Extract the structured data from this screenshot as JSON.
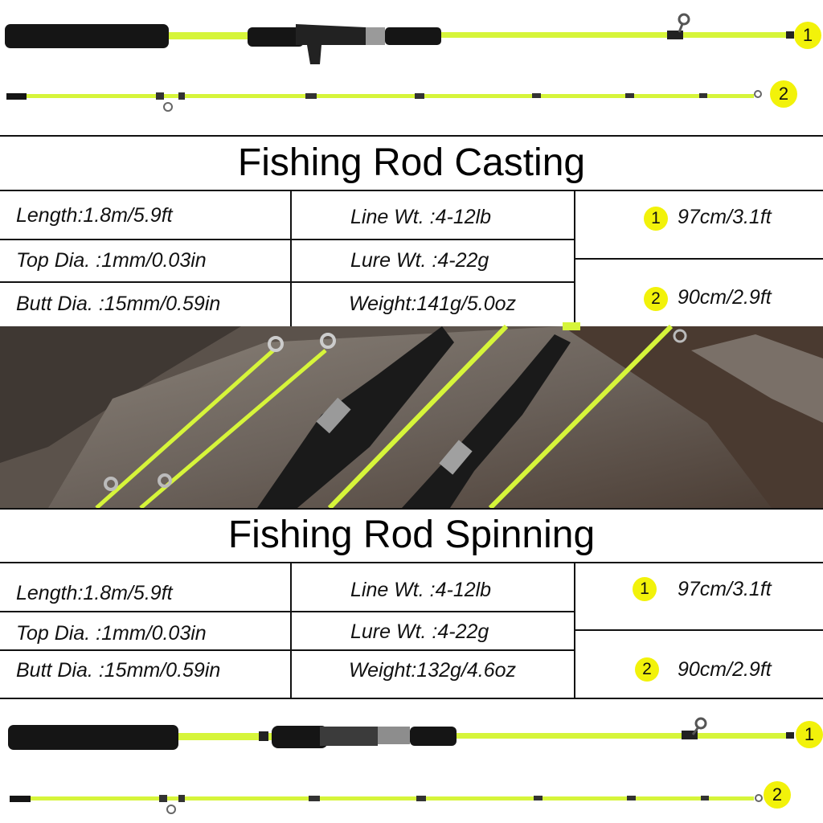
{
  "colors": {
    "rod": "#d6f53a",
    "grip": "#151515",
    "badge": "#f2f20a",
    "rock": "#6b625b"
  },
  "casting": {
    "title": "Fishing Rod Casting",
    "specs": {
      "length": "Length:1.8m/5.9ft",
      "top_dia": "Top Dia. :1mm/0.03in",
      "butt_dia": "Butt Dia. :15mm/0.59in",
      "line_wt": "Line Wt. :4-12lb",
      "lure_wt": "Lure Wt. :4-22g",
      "weight": "Weight:141g/5.0oz"
    },
    "sections": [
      {
        "num": "1",
        "length": "97cm/3.1ft"
      },
      {
        "num": "2",
        "length": "90cm/2.9ft"
      }
    ]
  },
  "spinning": {
    "title": "Fishing Rod Spinning",
    "specs": {
      "length": "Length:1.8m/5.9ft",
      "top_dia": "Top Dia. :1mm/0.03in",
      "butt_dia": "Butt Dia. :15mm/0.59in",
      "line_wt": "Line Wt. :4-12lb",
      "lure_wt": "Lure Wt. :4-22g",
      "weight": "Weight:132g/4.6oz"
    },
    "sections": [
      {
        "num": "1",
        "length": "97cm/3.1ft"
      },
      {
        "num": "2",
        "length": "90cm/2.9ft"
      }
    ]
  },
  "rod_images": {
    "top": {
      "labels": [
        "1",
        "2"
      ]
    },
    "bottom": {
      "labels": [
        "1",
        "2"
      ]
    }
  }
}
